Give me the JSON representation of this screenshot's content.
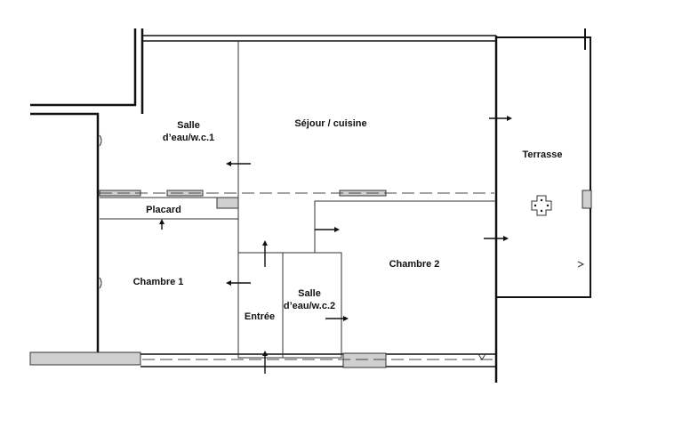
{
  "plan": {
    "rooms": {
      "salle_eau_1": {
        "line1": "Salle",
        "line2": "d’eau/w.c.1"
      },
      "sejour": {
        "label": "Séjour / cuisine"
      },
      "terrasse": {
        "label": "Terrasse"
      },
      "placard": {
        "label": "Placard"
      },
      "chambre1": {
        "label": "Chambre 1"
      },
      "chambre2": {
        "label": "Chambre 2"
      },
      "entree": {
        "label": "Entrée"
      },
      "salle_eau_2": {
        "line1": "Salle",
        "line2": "d’eau/w.c.2"
      }
    },
    "icons": {
      "terrace_table": "table-icon",
      "door_marks": "door-swing-icon",
      "access_arrows": "arrow-icon"
    }
  }
}
